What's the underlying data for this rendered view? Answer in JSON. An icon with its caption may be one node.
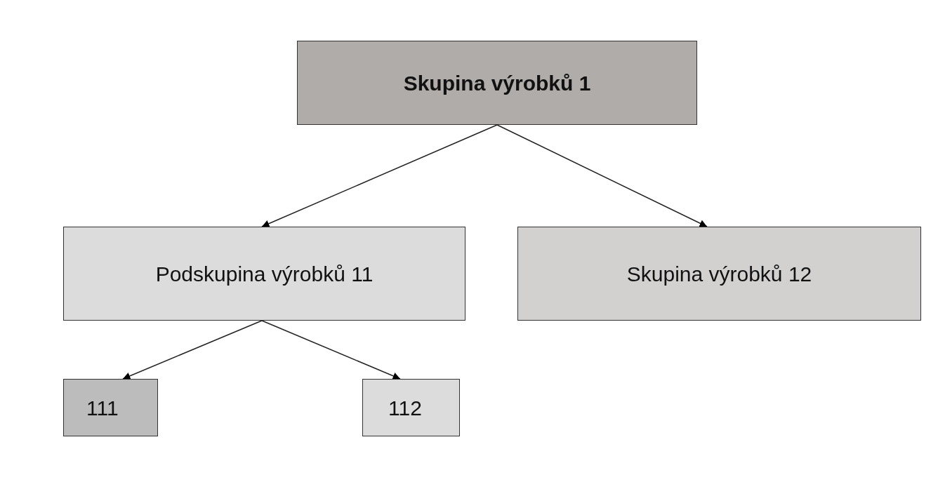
{
  "diagram": {
    "nodes": [
      {
        "text": [
          "Skupina výrobků 1"
        ]
      },
      {
        "text": [
          "Podskupina výrobků 11"
        ]
      },
      {
        "text": [
          "Skupina výrobků 12"
        ]
      },
      {
        "text": [
          "111"
        ]
      },
      {
        "text": [
          "112"
        ]
      }
    ],
    "edges": [
      {
        "from": 0,
        "to": 1,
        "arrow": "to"
      },
      {
        "from": 0,
        "to": 2,
        "arrow": "to"
      },
      {
        "from": 1,
        "to": 3,
        "arrow": "to"
      },
      {
        "from": 1,
        "to": 4,
        "arrow": "to"
      }
    ]
  }
}
